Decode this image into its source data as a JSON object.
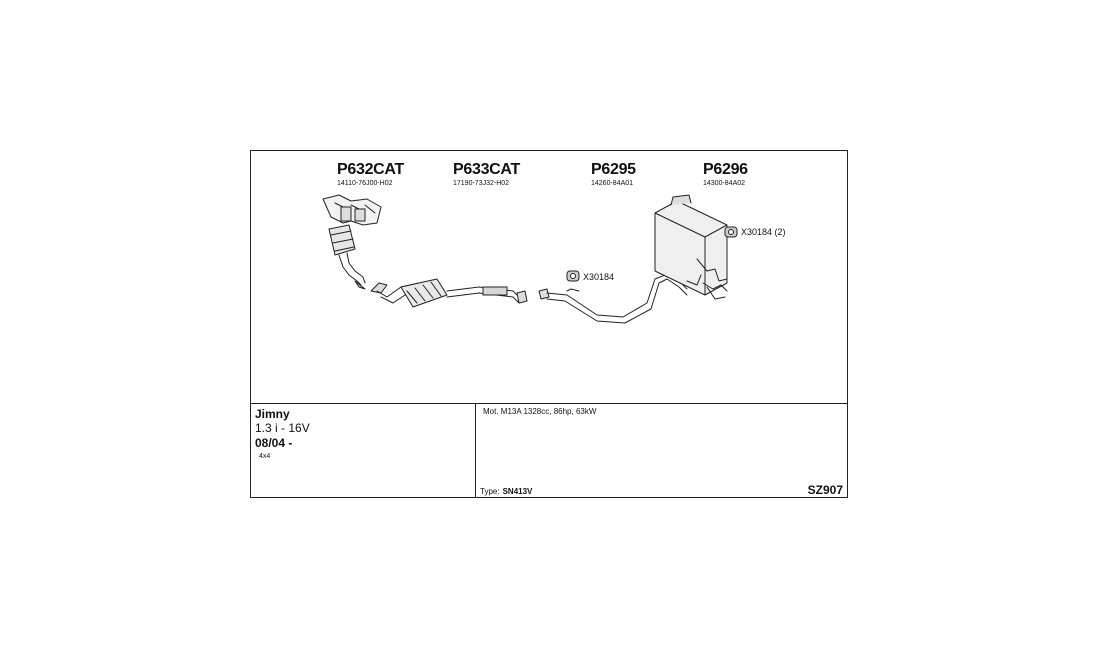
{
  "parts": [
    {
      "code": "P632CAT",
      "oem": "14110-76J00-H02"
    },
    {
      "code": "P633CAT",
      "oem": "17190-73J32-H02"
    },
    {
      "code": "P6295",
      "oem": "14260-84A01"
    },
    {
      "code": "P6296",
      "oem": "14300-84A02"
    }
  ],
  "fittings": [
    {
      "label": "X30184"
    },
    {
      "label": "X30184 (2)"
    }
  ],
  "vehicle": {
    "model": "Jimny",
    "engine": "1.3 i - 16V",
    "years": "08/04 -",
    "drive": "4x4"
  },
  "motor": "Mot. M13A 1328cc, 86hp, 63kW",
  "type_label": "Type:",
  "type_value": "SN413V",
  "reference": "SZ907"
}
